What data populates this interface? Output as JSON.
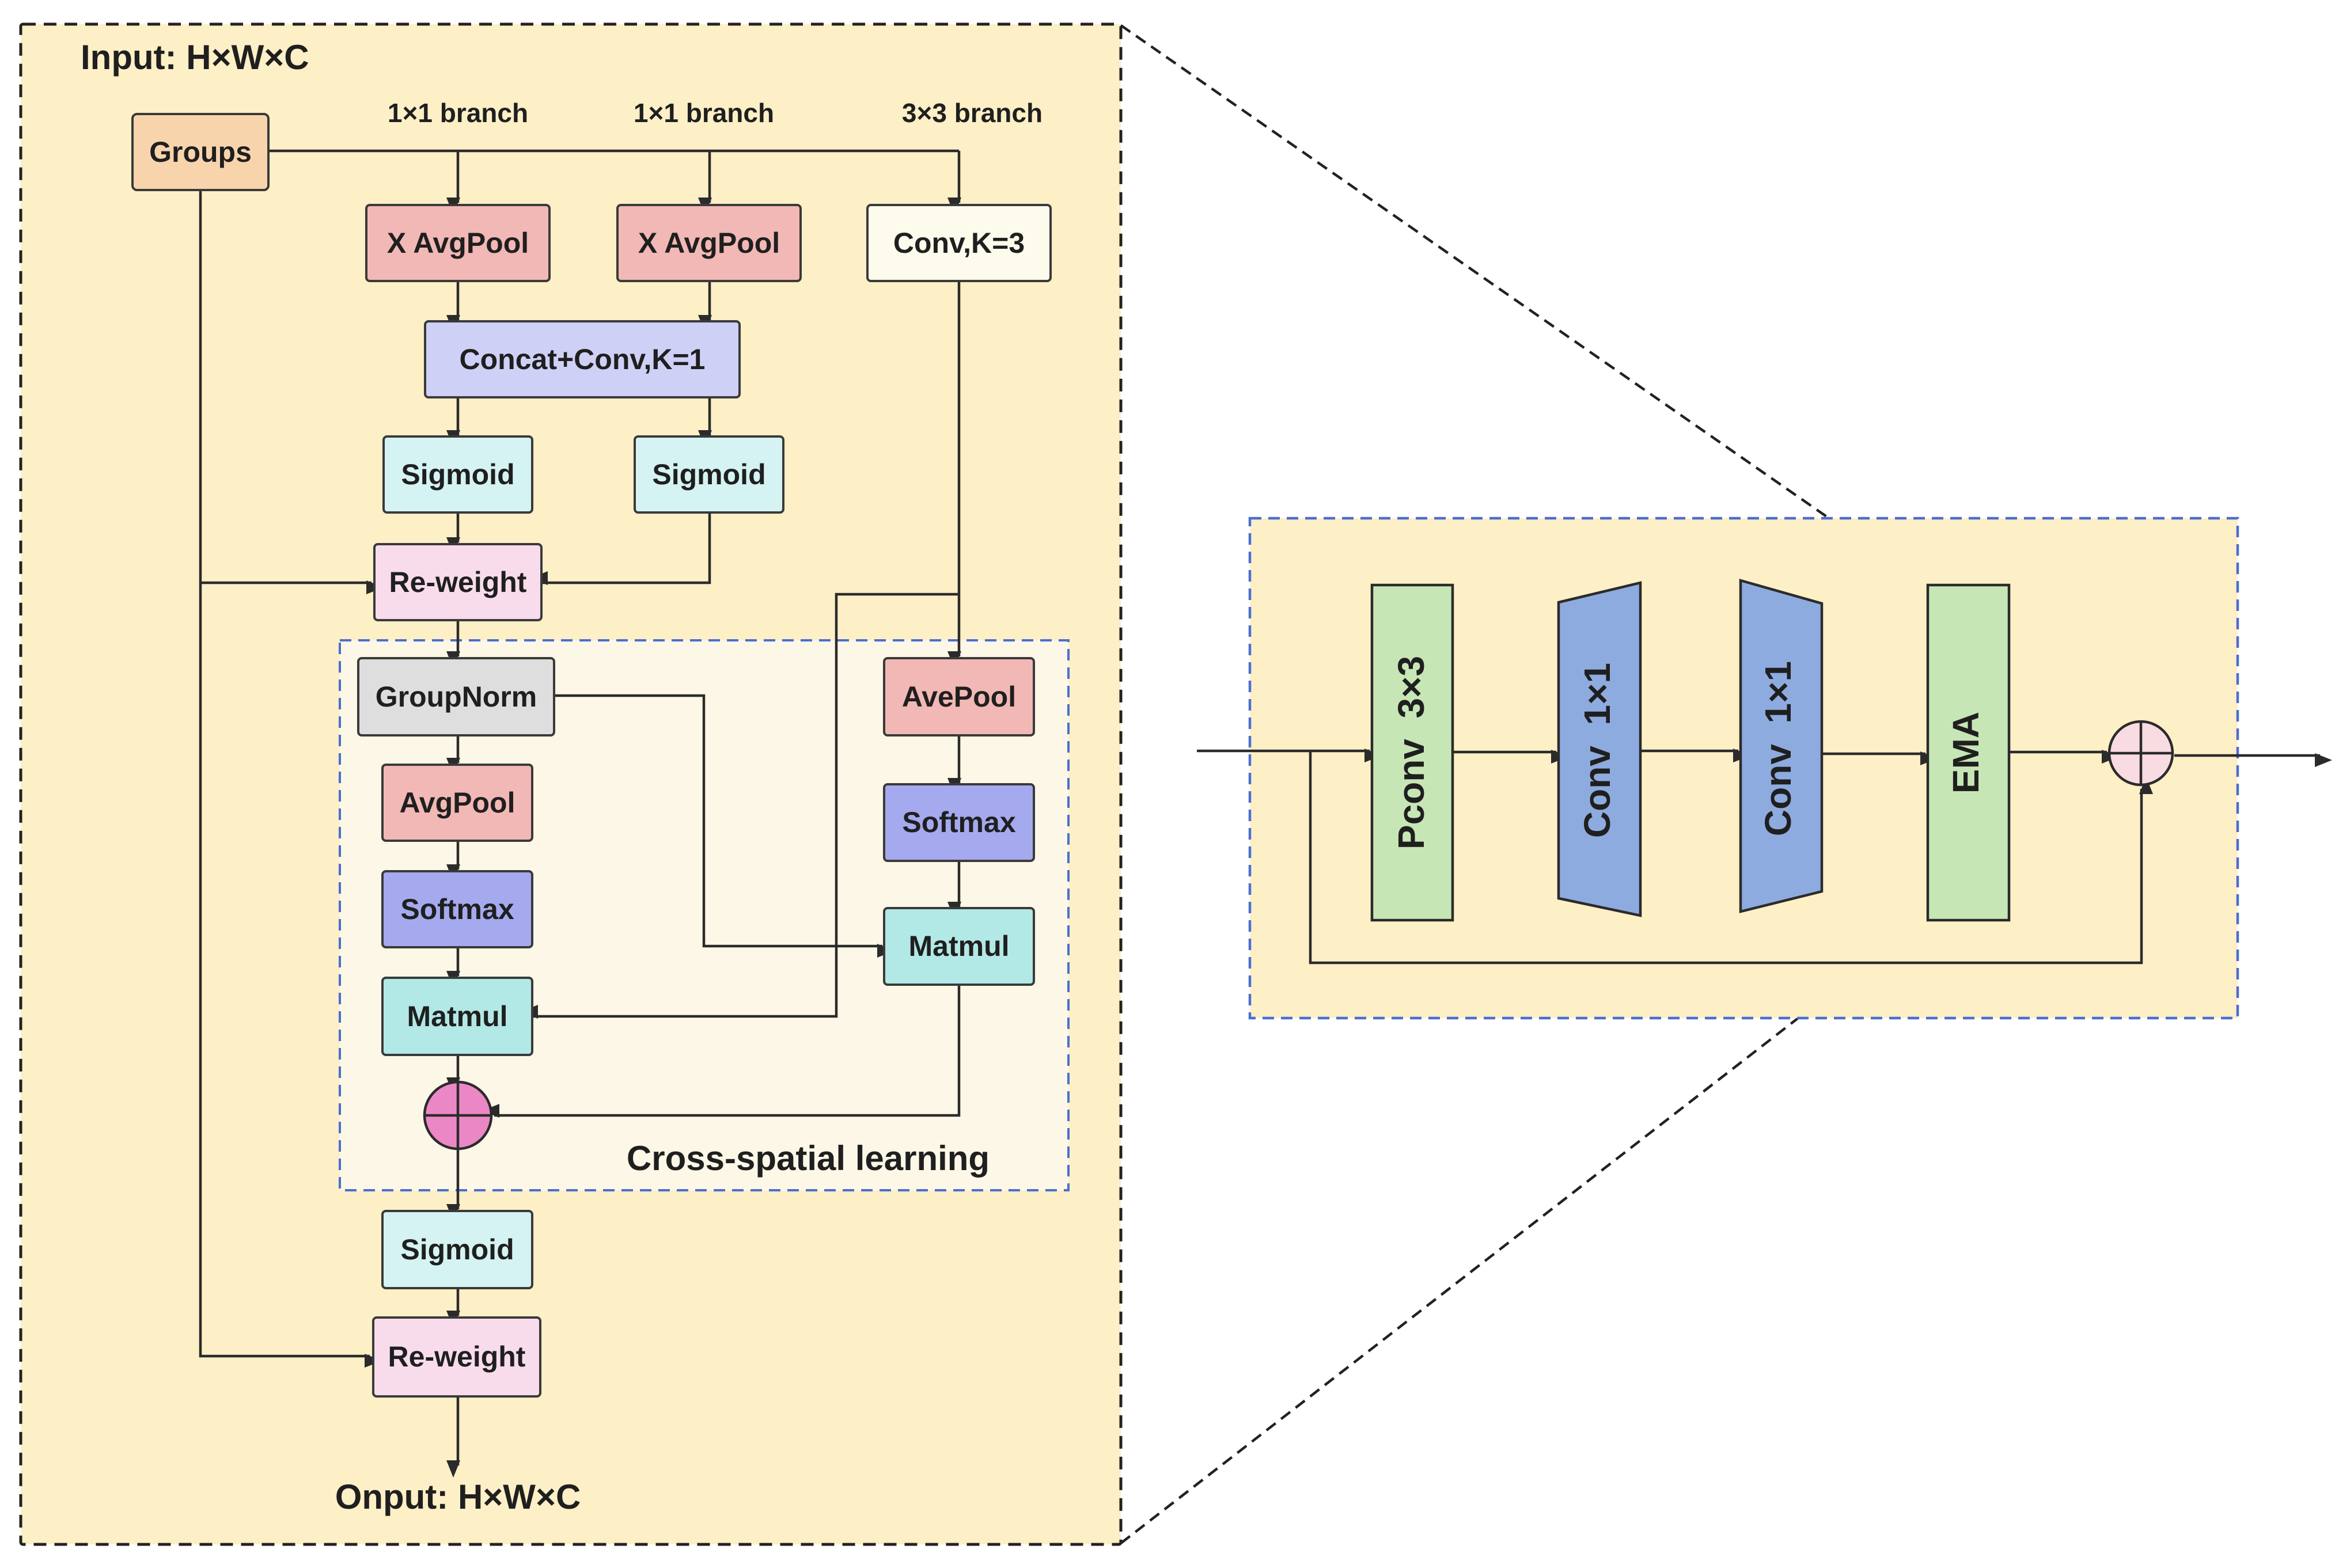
{
  "colors": {
    "panel_fill": "#fdefc6",
    "inner_panel_fill": "#fcf7e6",
    "groups": "#f8d4ad",
    "avgpool_red": "#f2b8b5",
    "conv_white": "#fdfbec",
    "concat_lavender": "#cfd0f6",
    "sigmoid_cyan": "#d4f3f2",
    "reweight_pink": "#f8dcec",
    "groupnorm_gray": "#dedede",
    "softmax_blue": "#a5a9ee",
    "matmul_cyan": "#b2e8e6",
    "add_magenta": "#ec87c6",
    "add_light": "#f9dbe2",
    "green_block": "#c7e6b5",
    "conv_trapezoid": "#8eabe0",
    "dashed_blue": "#4a6fd0",
    "dashed_black": "#222222"
  },
  "left_panel": {
    "input_label": "Input: H×W×C",
    "output_label": "Onput: H×W×C",
    "branches": [
      "1×1 branch",
      "1×1 branch",
      "3×3 branch"
    ],
    "nodes": {
      "groups": "Groups",
      "x_avgpool_1": "X AvgPool",
      "x_avgpool_2": "X AvgPool",
      "conv_k3": "Conv,K=3",
      "concat_conv": "Concat+Conv,K=1",
      "sigmoid_1": "Sigmoid",
      "sigmoid_2": "Sigmoid",
      "reweight_1": "Re-weight",
      "groupnorm": "GroupNorm",
      "avgpool": "AvgPool",
      "softmax_left": "Softmax",
      "matmul_left": "Matmul",
      "avepool": "AvePool",
      "softmax_right": "Softmax",
      "matmul_right": "Matmul",
      "sigmoid_3": "Sigmoid",
      "reweight_2": "Re-weight"
    },
    "cross_spatial_label": "Cross-spatial learning"
  },
  "right_panel": {
    "blocks": {
      "pconv": "Pconv  3×3",
      "conv_1": "Conv  1×1",
      "conv_2": "Conv  1×1",
      "ema": "EMA"
    }
  }
}
